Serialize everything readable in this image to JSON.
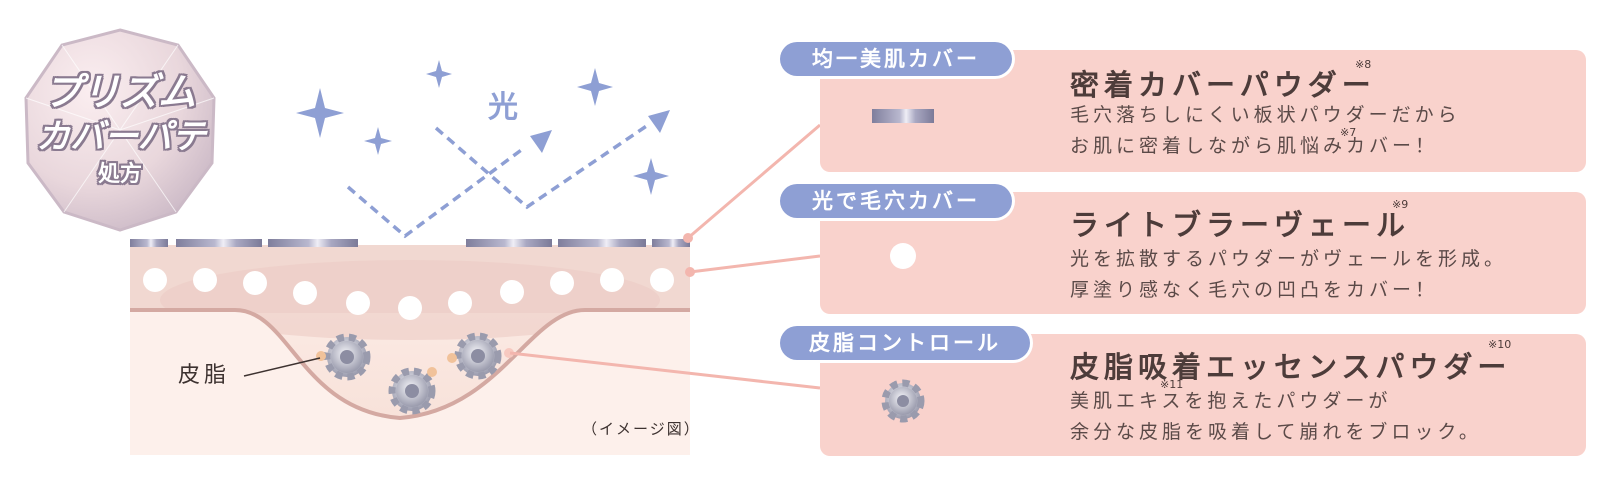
{
  "badge": {
    "line1": "プリズム",
    "line2": "カバーパテ",
    "line3": "処方"
  },
  "diagram": {
    "light_label": "光",
    "sebum_label": "皮脂",
    "caption": "（イメージ図）"
  },
  "panels": [
    {
      "tag": "均一美肌カバー",
      "title": "密着カバーパウダー",
      "title_note": "※8",
      "desc": [
        "毛穴落ちしにくい板状パウダーだから",
        "お肌に密着しながら肌悩みカバー！"
      ],
      "inline_note": "※7",
      "icon": "plate-powder-icon"
    },
    {
      "tag": "光で毛穴カバー",
      "title": "ライトブラーヴェール",
      "title_note": "※9",
      "desc": [
        "光を拡散するパウダーがヴェールを形成。",
        "厚塗り感なく毛穴の凹凸をカバー！"
      ],
      "icon": "sphere-powder-icon"
    },
    {
      "tag": "皮脂コントロール",
      "title": "皮脂吸着エッセンスパウダー",
      "title_note": "※10",
      "desc": [
        "美肌エキスを抱えたパウダーが",
        "余分な皮脂を吸着して崩れをブロック。"
      ],
      "inline_note": "※11",
      "icon": "gear-powder-icon"
    }
  ],
  "colors": {
    "tag_bg": "#8e9fd4",
    "panel_bg": "#f9d2cc",
    "light_arrow": "#8e9fd4",
    "skin_layer": "#f3d9cf",
    "connector": "#f3b6ae"
  }
}
